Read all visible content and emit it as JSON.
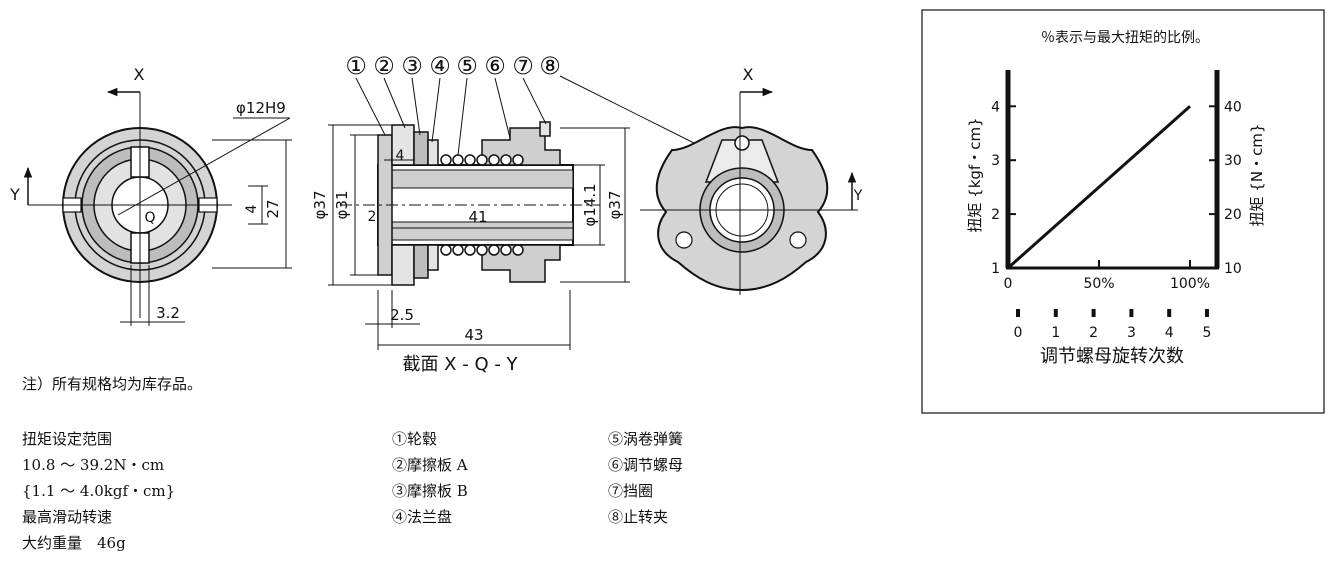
{
  "views": {
    "axis_x": "X",
    "axis_y": "Y",
    "point_q": "Q",
    "section_caption": "截面 X - Q - Y"
  },
  "dims": {
    "bore": "φ12H9",
    "d4_left": "4",
    "d27": "27",
    "d3_2": "3.2",
    "d37_a": "φ37",
    "d31": "φ31",
    "d2": "2",
    "d41": "41",
    "d14_1": "φ14.1",
    "d37_b": "φ37",
    "d4_sec": "4",
    "d2_5": "2.5",
    "d43": "43"
  },
  "balloons": [
    "①",
    "②",
    "③",
    "④",
    "⑤",
    "⑥",
    "⑦",
    "⑧"
  ],
  "notes": {
    "stock": "注）所有规格均为库存品。",
    "torque_title": "扭矩设定范围",
    "torque_nm": "10.8 ～ 39.2N・cm",
    "torque_kgf": "{1.1 ～ 4.0kgf・cm}",
    "max_speed": "最高滑动转速",
    "weight": "大约重量　46g"
  },
  "parts": [
    "①轮毂",
    "②摩擦板 A",
    "③摩擦板 B",
    "④法兰盘",
    "⑤涡卷弹簧",
    "⑥调节螺母",
    "⑦挡圈",
    "⑧止转夹"
  ],
  "chart_data": {
    "type": "line",
    "title": "％表示与最大扭矩的比例。",
    "ylabel_left": "扭矩 {kgf・cm}",
    "ylabel_right": "扭矩 {N・cm}",
    "xlabel": "调节螺母旋转次数",
    "x_ticks_pct": [
      "0",
      "50%",
      "100%"
    ],
    "x_ticks_turns": [
      "0",
      "1",
      "2",
      "3",
      "4",
      "5"
    ],
    "y_ticks_left": [
      "1",
      "2",
      "3",
      "4"
    ],
    "y_ticks_right": [
      "10",
      "20",
      "30",
      "40"
    ],
    "xlim": [
      0,
      5
    ],
    "ylim": [
      1,
      4.6
    ],
    "series": [
      {
        "x": [
          0,
          4.5
        ],
        "y": [
          1.0,
          4.0
        ]
      }
    ],
    "colors": {
      "line": "#111111"
    }
  }
}
